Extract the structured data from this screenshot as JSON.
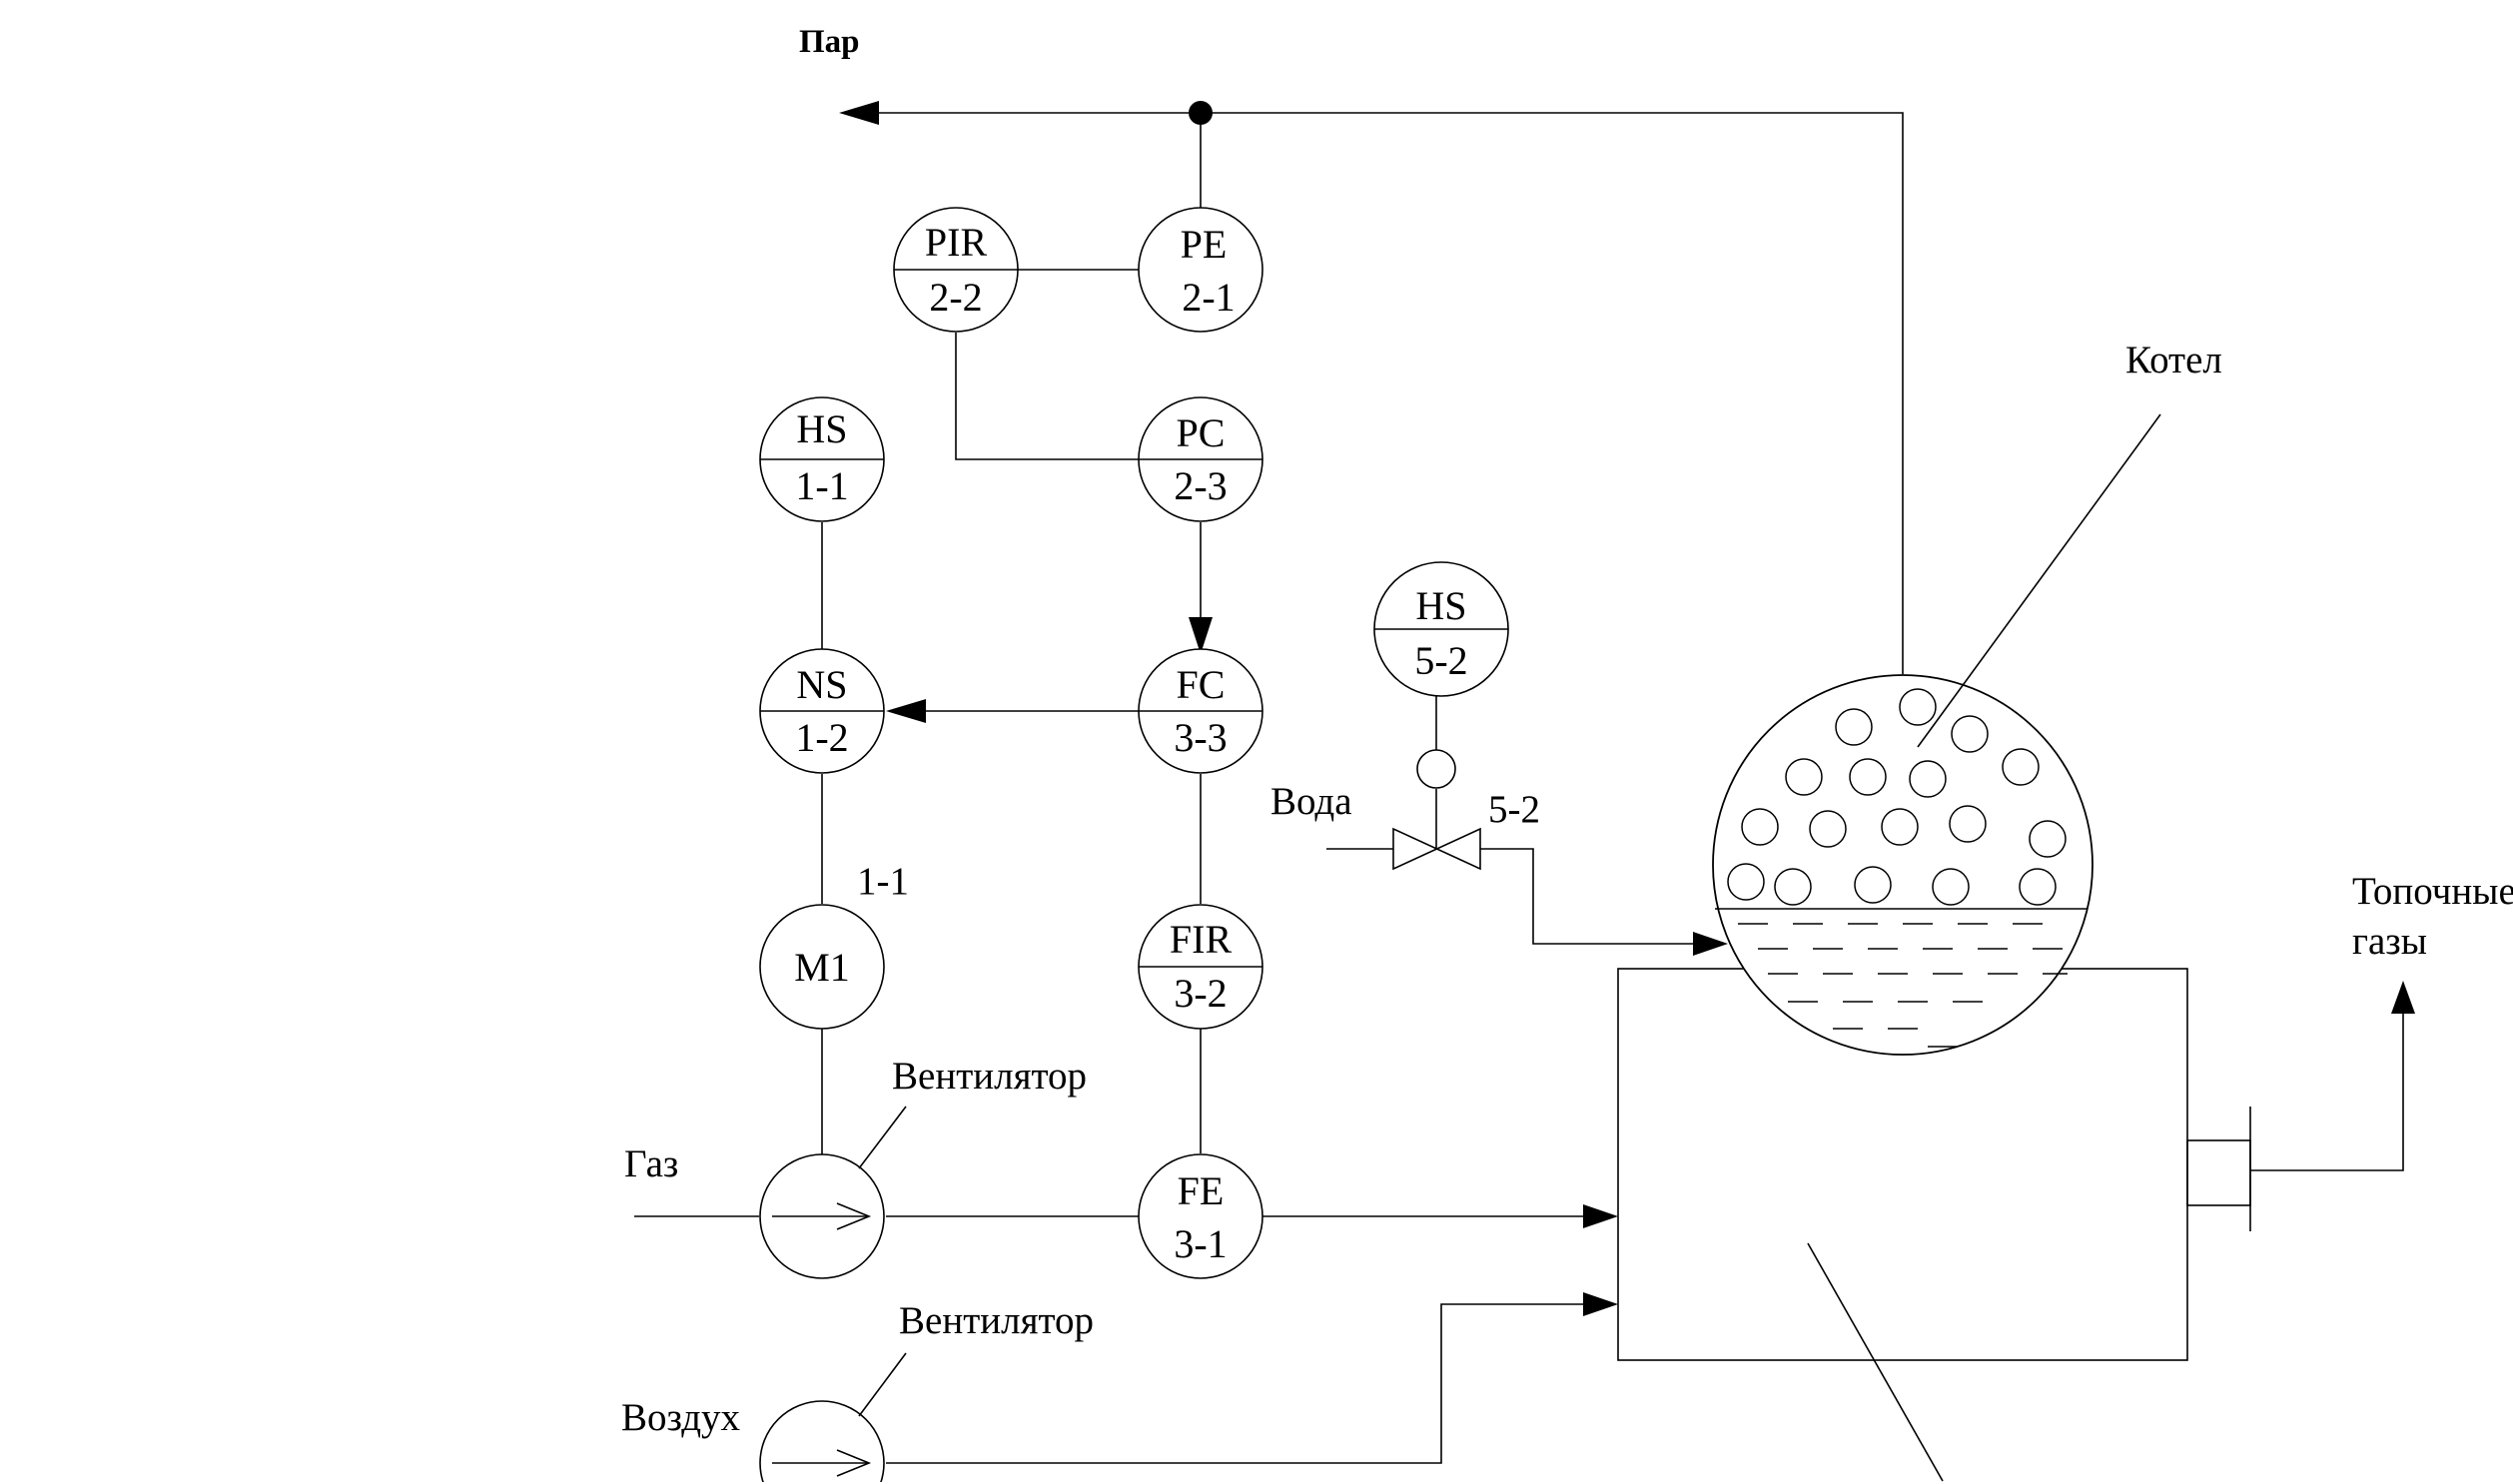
{
  "diagram": {
    "labels": {
      "steam": "Пар",
      "boiler": "Котел",
      "water": "Вода",
      "gas": "Газ",
      "air": "Воздух",
      "fan_1": "Вентилятор",
      "fan_2": "Вентилятор",
      "flue_gas_line1": "Топочные",
      "flue_gas_line2": "газы",
      "motor_pos": "1-1",
      "valve_pos": "5-2"
    },
    "instruments": {
      "pir_2_2": {
        "code": "PIR",
        "num": "2-2"
      },
      "pe_2_1": {
        "code": "PE",
        "num": "2-1"
      },
      "hs_1_1": {
        "code": "HS",
        "num": "1-1"
      },
      "pc_2_3": {
        "code": "PC",
        "num": "2-3"
      },
      "hs_5_2": {
        "code": "HS",
        "num": "5-2"
      },
      "ns_1_2": {
        "code": "NS",
        "num": "1-2"
      },
      "fc_3_3": {
        "code": "FC",
        "num": "3-3"
      },
      "fir_3_2": {
        "code": "FIR",
        "num": "3-2"
      },
      "fe_3_1": {
        "code": "FE",
        "num": "3-1"
      }
    },
    "motor": {
      "label": "M1"
    }
  }
}
